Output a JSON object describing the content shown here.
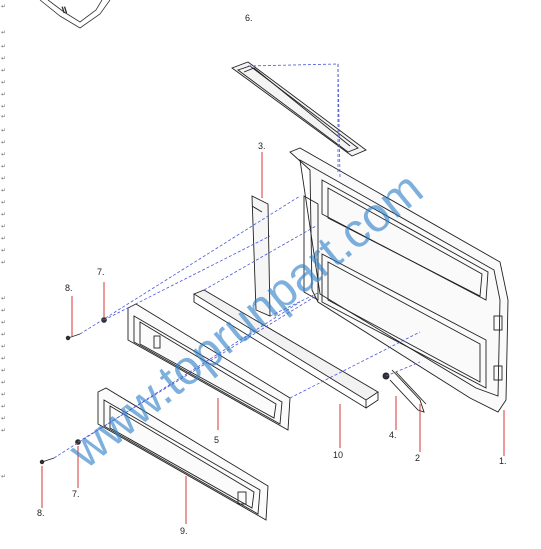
{
  "labels": {
    "p1": "1.",
    "p2": "2",
    "p3": "3.",
    "p4": "4.",
    "p5": "5",
    "p6": "6.",
    "p7a": "7.",
    "p7b": "7.",
    "p8a": "8.",
    "p8b": "8.",
    "p9": "9.",
    "p10": "10"
  },
  "watermark": "www.toprunpart.com",
  "margin_mark": "↵",
  "colors": {
    "line": "#222222",
    "dash": "#4a57d6",
    "leader_red": "#d21f1f",
    "watermark": "#2f7fc8"
  }
}
